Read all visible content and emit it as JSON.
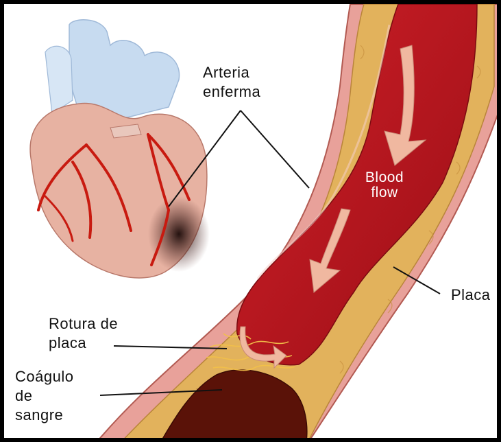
{
  "labels": {
    "arteria_enferma": "Arteria\nenferma",
    "blood_flow": "Blood\nflow",
    "placa": "Placa",
    "rotura_de_placa": "Rotura de\nplaca",
    "coagulo_de_sangre": "Coágulo\nde\nsangre"
  },
  "colors": {
    "frame": "#000000",
    "vessel_wall": "#e8a19a",
    "plaque": "#e2b25c",
    "blood": "#b3141c",
    "clot": "#5a1208",
    "arrow": "#f0b8a0",
    "heart_top": "#c7dbf0",
    "heart_body": "#e7b2a2",
    "coronary": "#c81a10"
  }
}
